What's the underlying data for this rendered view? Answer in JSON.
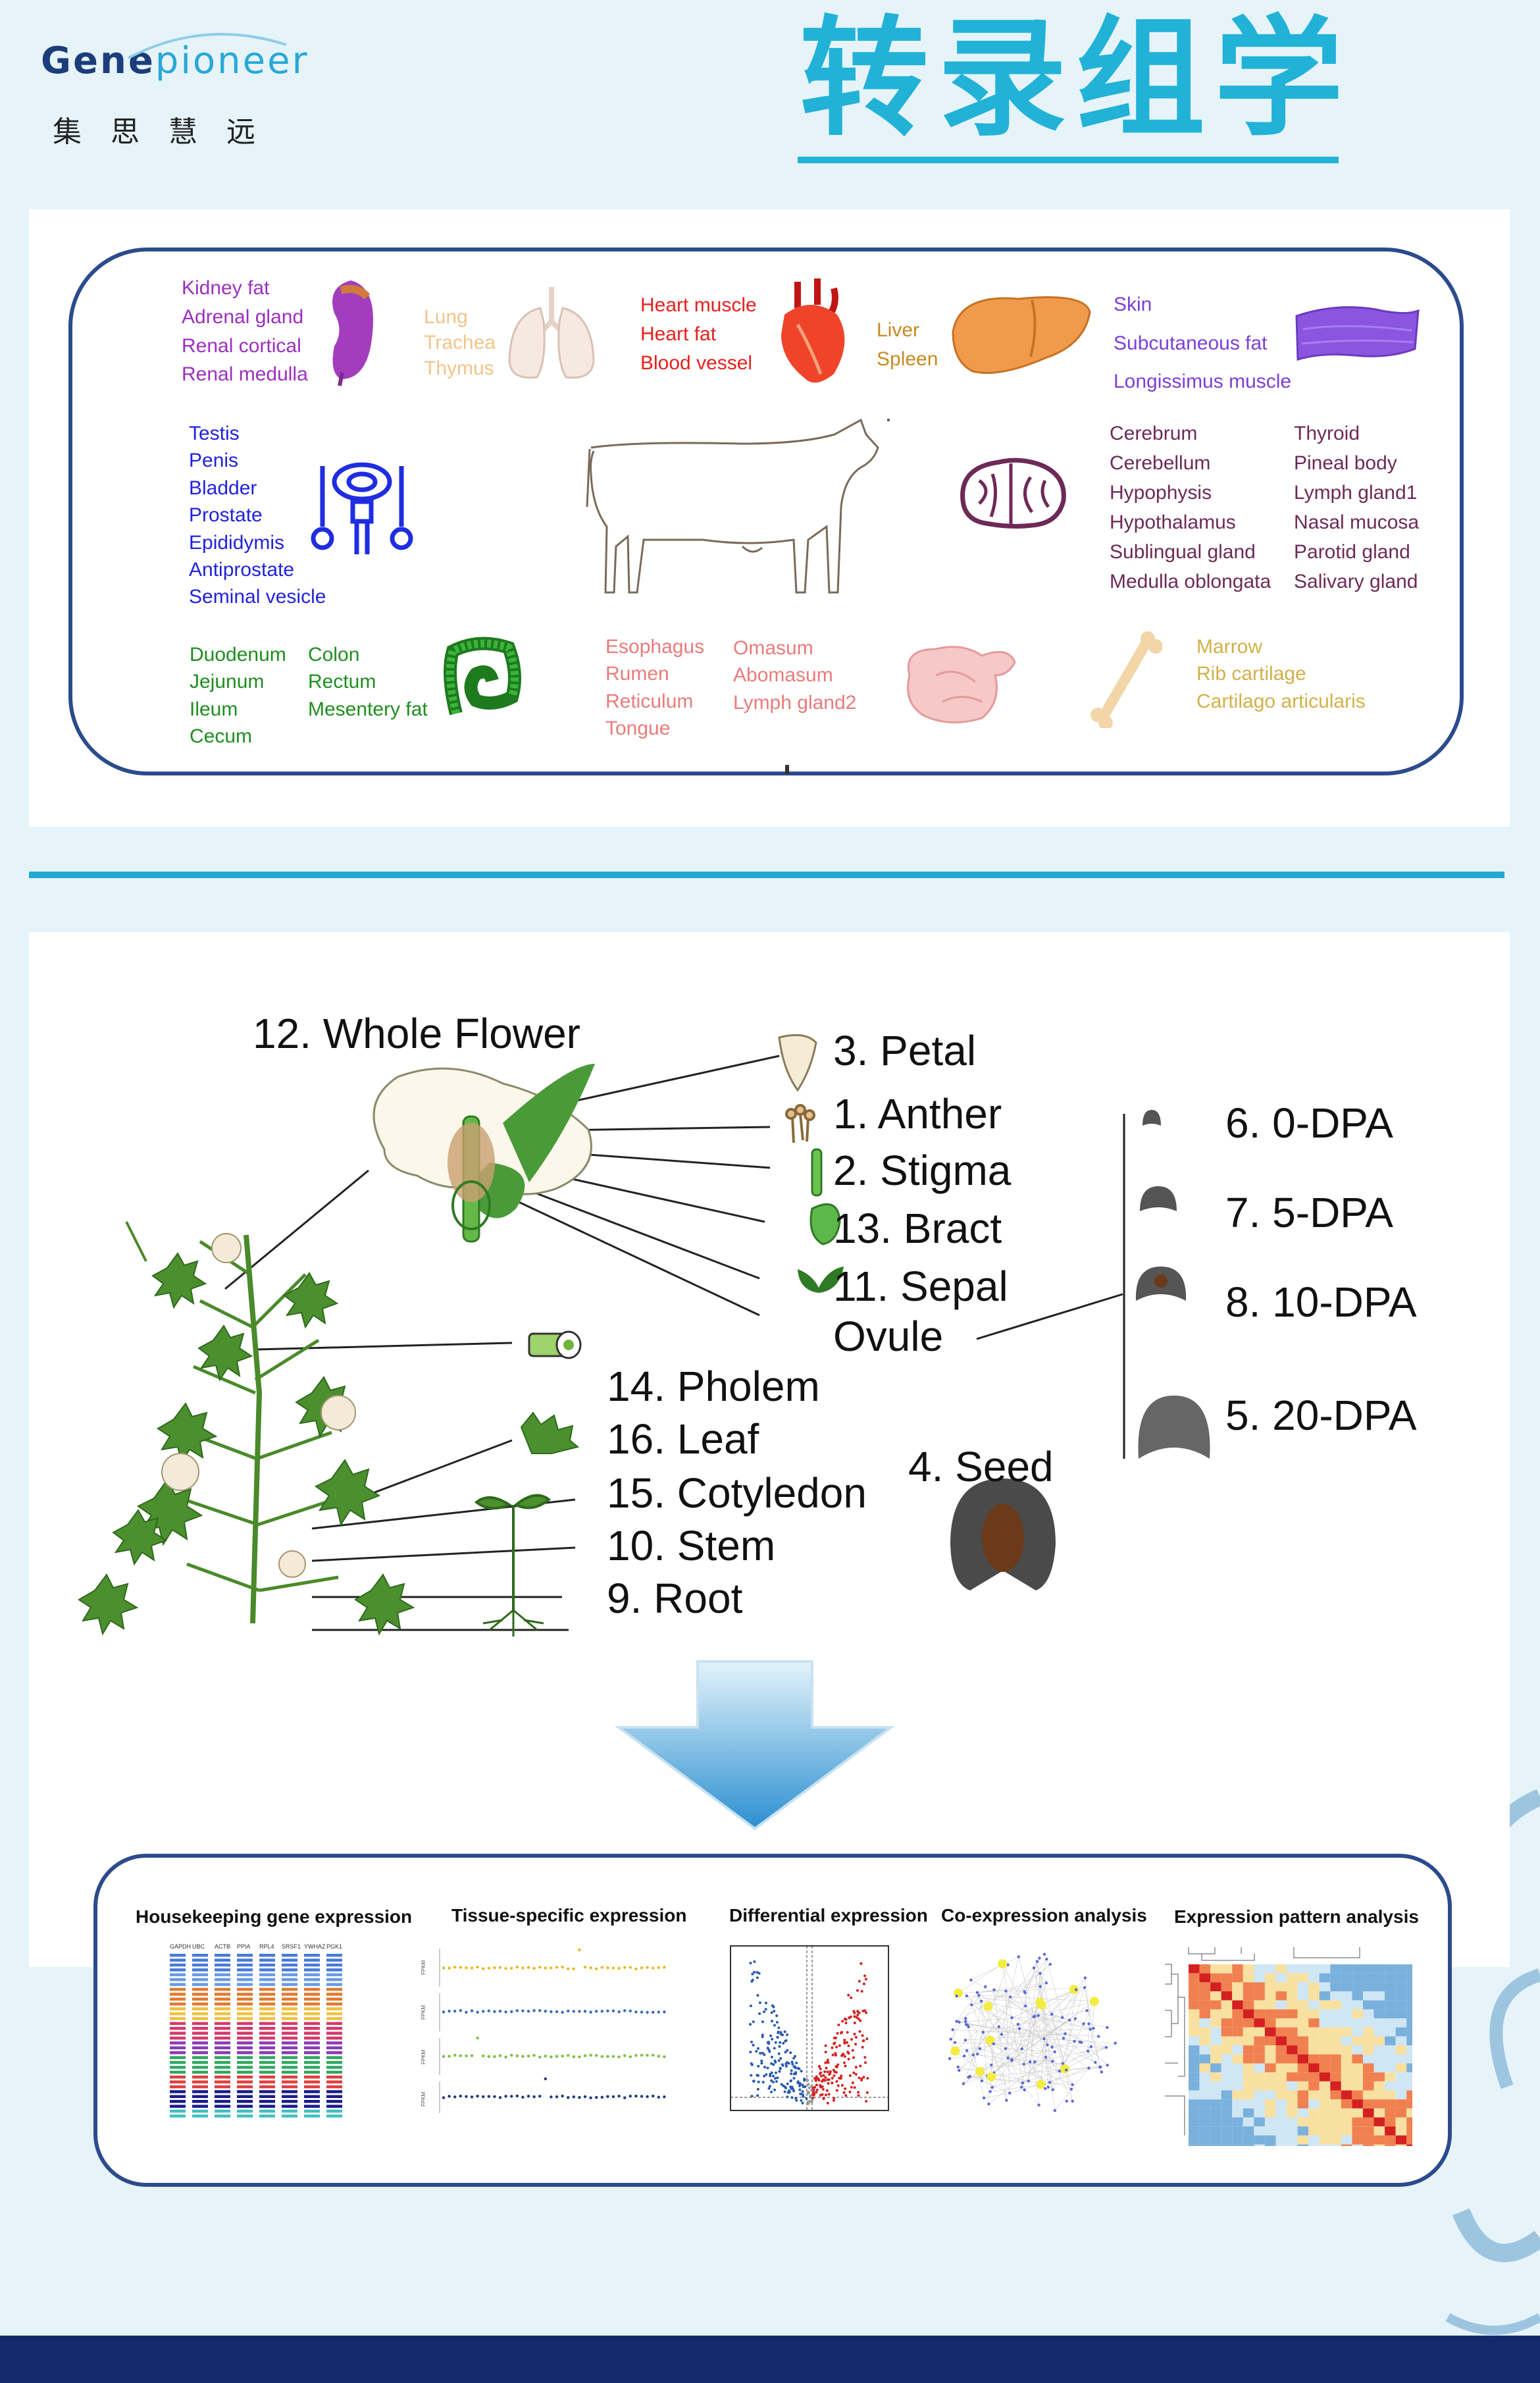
{
  "header": {
    "logo_gene": "Gene",
    "logo_pioneer": "pioneer",
    "logo_cn": "集思慧远",
    "title": "转录组学"
  },
  "animal_panel": {
    "groups": {
      "kidney": [
        "Kidney fat",
        "Adrenal gland",
        "Renal cortical",
        "Renal medulla"
      ],
      "lung": [
        "Lung",
        "Trachea",
        "Thymus"
      ],
      "heart": [
        "Heart muscle",
        "Heart fat",
        "Blood vessel"
      ],
      "liver": [
        "Liver",
        "Spleen"
      ],
      "skin": [
        "Skin",
        "Subcutaneous fat",
        "Longissimus muscle"
      ],
      "repro": [
        "Testis",
        "Penis",
        "Bladder",
        "Prostate",
        "Epididymis",
        "Antiprostate",
        "Seminal vesicle"
      ],
      "brain_a": [
        "Cerebrum",
        "Cerebellum",
        "Hypophysis",
        "Hypothalamus",
        "Sublingual gland",
        "Medulla oblongata"
      ],
      "brain_b": [
        "Thyroid",
        "Pineal body",
        "Lymph gland1",
        "Nasal mucosa",
        "Parotid gland",
        "Salivary gland"
      ],
      "intestine_a": [
        "Duodenum",
        "Jejunum",
        "Ileum",
        "Cecum"
      ],
      "intestine_b": [
        "Colon",
        "Rectum",
        "Mesentery fat"
      ],
      "stomach_a": [
        "Esophagus",
        "Rumen",
        "Reticulum",
        "Tongue"
      ],
      "stomach_b": [
        "Omasum",
        "Abomasum",
        "Lymph gland2"
      ],
      "bone": [
        "Marrow",
        "Rib cartilage",
        "Cartilago articularis"
      ]
    }
  },
  "plant_panel": {
    "whole_flower": "12. Whole Flower",
    "flower_parts": [
      "3. Petal",
      "1. Anther",
      "2. Stigma",
      "13. Bract",
      "11. Sepal"
    ],
    "ovule": "Ovule",
    "vegetative": [
      "14. Pholem",
      "16. Leaf",
      "15. Cotyledon",
      "10. Stem",
      "9. Root"
    ],
    "seed": "4. Seed",
    "dpa": [
      "6. 0-DPA",
      "7. 5-DPA",
      "8. 10-DPA",
      "5. 20-DPA"
    ]
  },
  "analysis": {
    "titles": [
      "Housekeeping gene expression",
      "Tissue-specific expression",
      "Differential expression",
      "Co-expression analysis",
      "Expression pattern analysis"
    ],
    "hk_columns": [
      "GAPDH",
      "UBC",
      "ACTB",
      "PPIA",
      "RPL4",
      "SRSF1",
      "YWHAZ",
      "PGK1"
    ],
    "ts_ylabel": "FPKM"
  },
  "colors": {
    "title": "#22b2d8",
    "frame": "#2c4b8c",
    "kidney": "#9b2fc0",
    "lung": "#f2c48a",
    "heart": "#e8201d",
    "liver": "#c88a22",
    "skin": "#7c3fd8",
    "repro": "#2222dd",
    "brain": "#6d2a57",
    "intestine": "#1e8e1e",
    "stomach": "#ea7b7b",
    "bone": "#d2b04a",
    "footer": "#13296b"
  }
}
